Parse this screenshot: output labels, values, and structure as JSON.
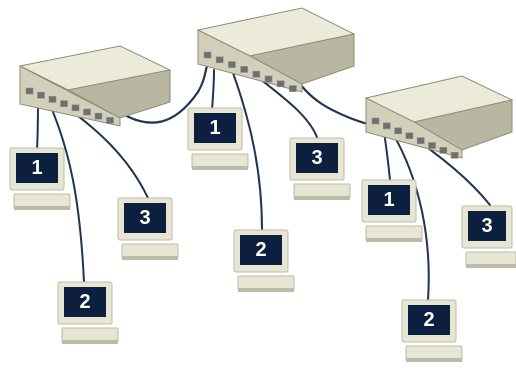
{
  "diagram": {
    "colors": {
      "hub_top": "#ecebd9",
      "hub_front": "#d2d0bb",
      "hub_side": "#b9b7a2",
      "hub_edge": "#8f8d7c",
      "port": "#6e6f74",
      "cable": "#1f3552",
      "monitor_body": "#e7e5d3",
      "monitor_shadow": "#bdbba8",
      "screen": "#0d1f3f"
    },
    "computers": [
      {
        "label": "1",
        "hub": "left",
        "port": 0
      },
      {
        "label": "2",
        "hub": "left",
        "port": 1
      },
      {
        "label": "3",
        "hub": "left",
        "port": 2
      },
      {
        "label": "1",
        "hub": "center",
        "port": 0
      },
      {
        "label": "2",
        "hub": "center",
        "port": 1
      },
      {
        "label": "3",
        "hub": "center",
        "port": 2
      },
      {
        "label": "1",
        "hub": "right",
        "port": 0
      },
      {
        "label": "2",
        "hub": "right",
        "port": 1
      },
      {
        "label": "3",
        "hub": "right",
        "port": 2
      }
    ]
  }
}
